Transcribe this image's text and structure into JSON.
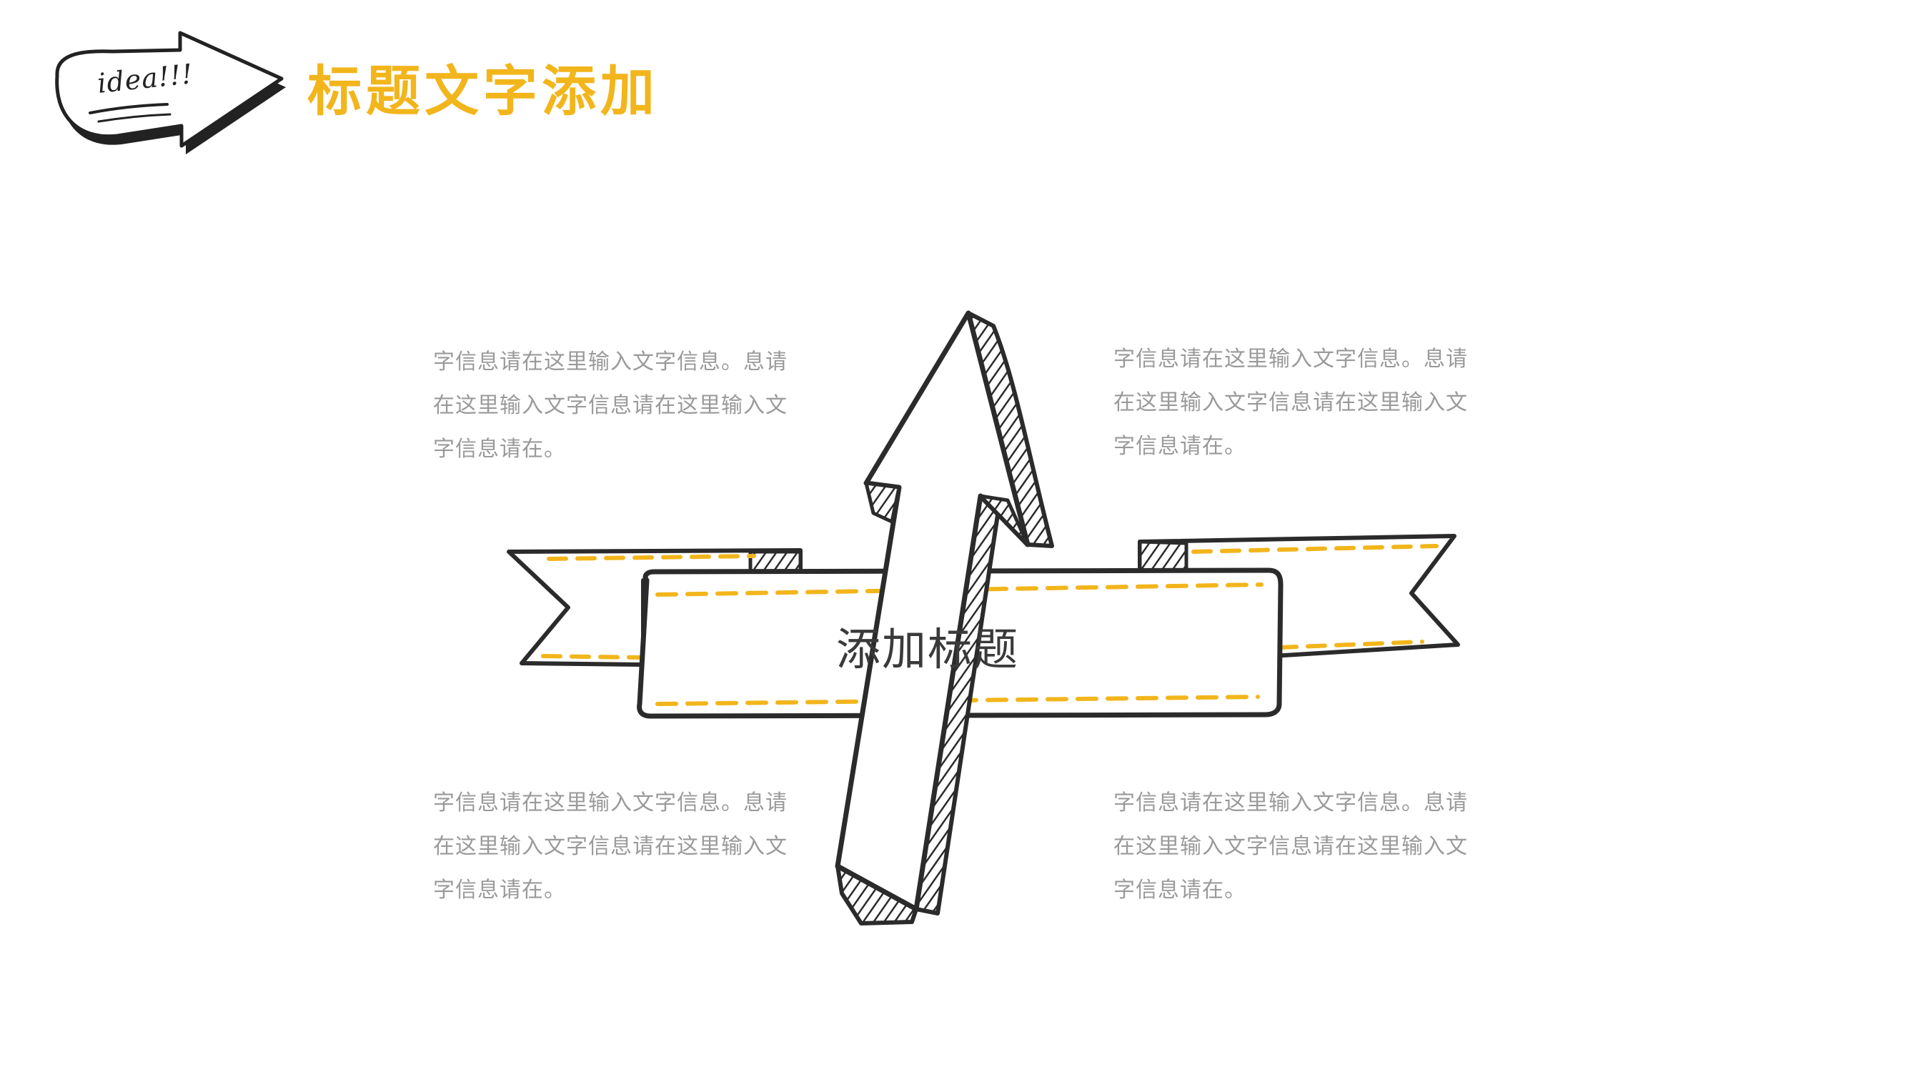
{
  "header": {
    "badge_text": "idea!!!",
    "title": "标题文字添加"
  },
  "ribbon": {
    "title": "添加标题"
  },
  "paragraphs": {
    "top_left": "字信息请在这里输入文字信息。息请在这里输入文字信息请在这里输入文字信息请在。",
    "top_right": "字信息请在这里输入文字信息。息请在这里输入文字信息请在这里输入文字信息请在。",
    "bottom_left": "字信息请在这里输入文字信息。息请在这里输入文字信息请在这里输入文字信息请在。",
    "bottom_right": "字信息请在这里输入文字信息。息请在这里输入文字信息请在这里输入文字信息请在。"
  },
  "colors": {
    "accent": "#f2b51b",
    "ink": "#2b2b2b",
    "body_text": "#9a9a9a"
  }
}
